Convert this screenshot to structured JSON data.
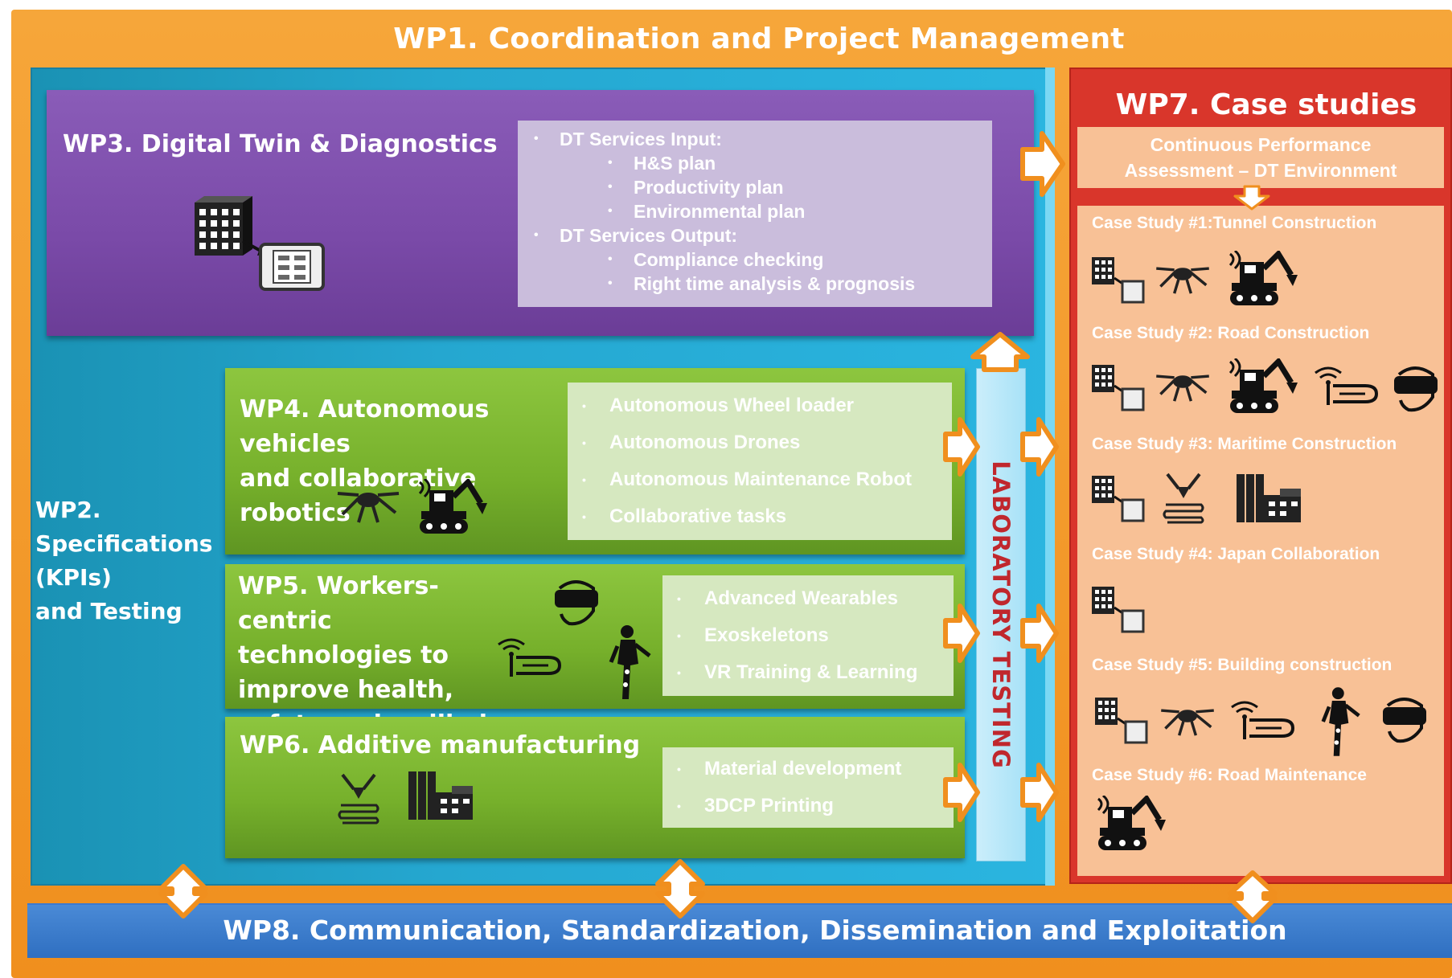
{
  "wp1": {
    "title": "WP1. Coordination and Project Management"
  },
  "wp2": {
    "title_lines": [
      "WP2.",
      "Specifications",
      "(KPIs)",
      "and Testing"
    ]
  },
  "wp3": {
    "title": "WP3. Digital Twin & Diagnostics",
    "input_label": "DT Services Input:",
    "inputs": [
      "H&S plan",
      "Productivity plan",
      "Environmental plan"
    ],
    "output_label": "DT Services Output:",
    "outputs": [
      "Compliance checking",
      "Right time analysis & prognosis"
    ]
  },
  "wp4": {
    "title_lines": [
      "WP4. Autonomous vehicles",
      "and collaborative robotics"
    ],
    "items": [
      "Autonomous Wheel loader",
      "Autonomous Drones",
      "Autonomous Maintenance Robot",
      "Collaborative tasks"
    ]
  },
  "wp5": {
    "title_lines": [
      "WP5. Workers-centric",
      "technologies to",
      "improve health,",
      "safety and wellbeing"
    ],
    "items": [
      "Advanced Wearables",
      "Exoskeletons",
      "VR Training & Learning"
    ]
  },
  "wp6": {
    "title": "WP6. Additive manufacturing",
    "items": [
      "Material development",
      "3DCP Printing"
    ]
  },
  "lab": {
    "label": "LABORATORY TESTING"
  },
  "wp7": {
    "title": "WP7. Case studies",
    "performance_lines": [
      "Continuous Performance",
      "Assessment – DT Environment"
    ],
    "cases": [
      {
        "label": "Case Study #1:Tunnel Construction",
        "icons": [
          "digital-twin-icon",
          "drone-icon",
          "excavator-icon"
        ]
      },
      {
        "label": "Case Study #2: Road Construction",
        "icons": [
          "digital-twin-icon",
          "drone-icon",
          "excavator-icon",
          "wearable-hand-icon",
          "vr-headset-icon"
        ]
      },
      {
        "label": "Case Study #3: Maritime Construction",
        "icons": [
          "digital-twin-icon",
          "3d-printer-icon",
          "factory-icon"
        ]
      },
      {
        "label": "Case Study #4: Japan Collaboration",
        "icons": [
          "digital-twin-icon"
        ]
      },
      {
        "label": "Case Study #5: Building construction",
        "icons": [
          "digital-twin-icon",
          "drone-icon",
          "wearable-hand-icon",
          "exoskeleton-icon",
          "vr-headset-icon"
        ]
      },
      {
        "label": "Case Study #6: Road Maintenance",
        "icons": [
          "excavator-icon"
        ]
      }
    ]
  },
  "wp8": {
    "title": "WP8. Communication, Standardization, Dissemination and Exploitation"
  },
  "colors": {
    "wp1": "#f08f1e",
    "wp2": "#25a7d0",
    "wp3": "#7a4aa8",
    "green": "#76b02b",
    "wp7": "#d9362b",
    "wp7_panel": "#f8c196",
    "wp8": "#2f6fc1",
    "lab_text": "#c0272d"
  }
}
